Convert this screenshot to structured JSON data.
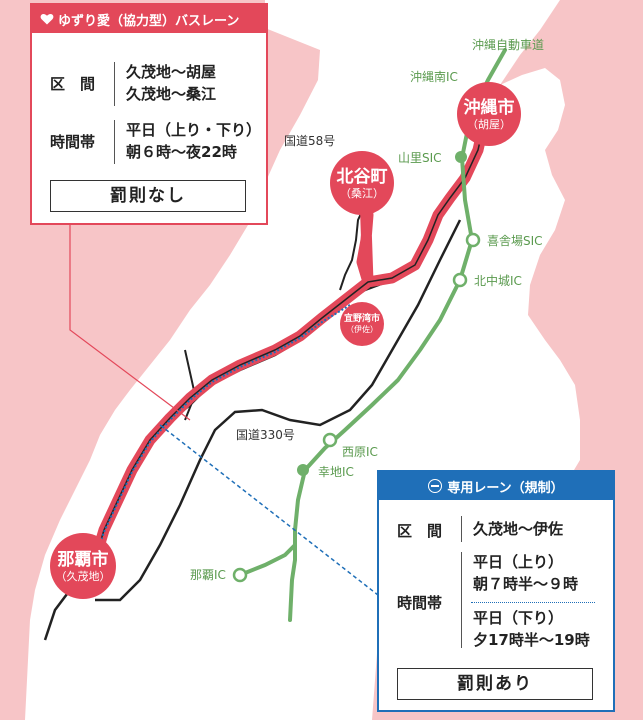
{
  "colors": {
    "land": "#f7c5c7",
    "bus_lane": "#e3485a",
    "expressway": "#6fb06a",
    "restricted": "#1f6fb8"
  },
  "icons": [
    "heart-icon",
    "no-entry-icon"
  ],
  "yuzuri_panel": {
    "title": "ゆずり愛（協力型）バスレーン",
    "section_label": "区　間",
    "section_values": [
      "久茂地〜胡屋",
      "久茂地〜桑江"
    ],
    "time_label": "時間帯",
    "time_values": [
      "平日（上り・下り）",
      "朝６時〜夜22時"
    ],
    "penalty": "罰則なし"
  },
  "restricted_panel": {
    "title": "専用レーン（規制）",
    "section_label": "区　間",
    "section_value": "久茂地〜伊佐",
    "time_label": "時間帯",
    "time_up": [
      "平日（上り）",
      "朝７時半〜９時"
    ],
    "time_down": [
      "平日（下り）",
      "夕17時半〜19時"
    ],
    "penalty": "罰則あり"
  },
  "cities": {
    "okinawa": {
      "name": "沖縄市",
      "sub": "（胡屋）"
    },
    "chatan": {
      "name": "北谷町",
      "sub": "（桑江）"
    },
    "ginowan": {
      "name": "宜野湾市",
      "sub": "（伊佐）"
    },
    "naha": {
      "name": "那覇市",
      "sub": "（久茂地）"
    }
  },
  "roads": {
    "route58": "国道58号",
    "route330": "国道330号",
    "expressway": "沖縄自動車道"
  },
  "interchanges": {
    "okinawa_minami": "沖縄南IC",
    "yamazato": "山里SIC",
    "kishaba": "喜舎場SIC",
    "kitanakagusuku": "北中城IC",
    "nishihara": "西原IC",
    "kochi": "幸地IC",
    "naha": "那覇IC"
  }
}
